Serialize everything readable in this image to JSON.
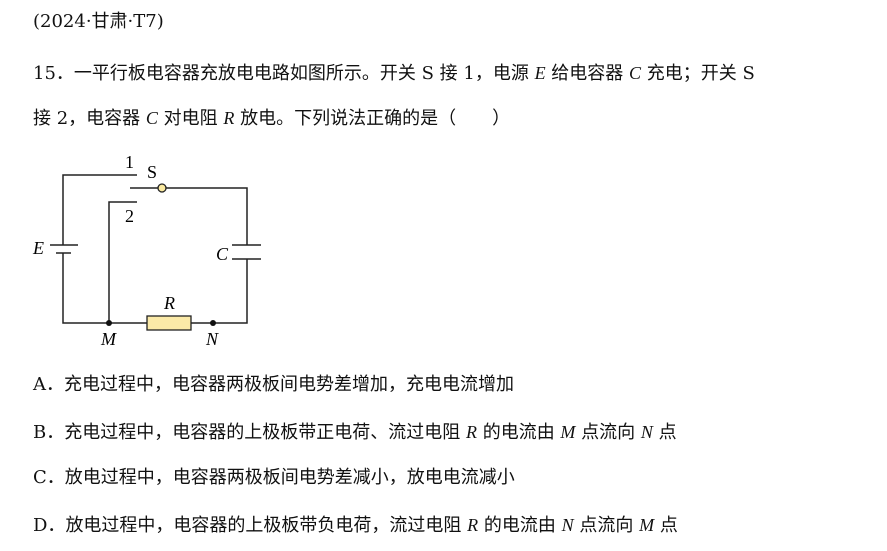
{
  "source": "(2024·甘肃·T7)",
  "question": {
    "number": "15．",
    "line1": [
      "一平行板电容器充放电电路如图所示。开关 S 接 1，电源 ",
      "E",
      " 给电容器 ",
      "C",
      " 充电；开关 S"
    ],
    "line2": [
      "接 2，电容器 ",
      "C",
      " 对电阻 ",
      "R",
      " 放电。下列说法正确的是（　　）"
    ]
  },
  "figure": {
    "labels": {
      "one": "1",
      "two": "2",
      "switch": "S",
      "battery": "E",
      "capacitor": "C",
      "resistor": "R",
      "m": "M",
      "n": "N"
    }
  },
  "options": [
    {
      "key": "A．",
      "parts": [
        "充电过程中，电容器两极板间电势差增加，充电电流增加"
      ]
    },
    {
      "key": "B．",
      "parts": [
        "充电过程中，电容器的上极板带正电荷、流过电阻 ",
        "R",
        " 的电流由 ",
        "M",
        " 点流向 ",
        "N",
        " 点"
      ]
    },
    {
      "key": "C．",
      "parts": [
        "放电过程中，电容器两极板间电势差减小，放电电流减小"
      ]
    },
    {
      "key": "D．",
      "parts": [
        "放电过程中，电容器的上极板带负电荷，流过电阻 ",
        "R",
        " 的电流由 ",
        "N",
        " 点流向 ",
        "M",
        " 点"
      ]
    }
  ]
}
